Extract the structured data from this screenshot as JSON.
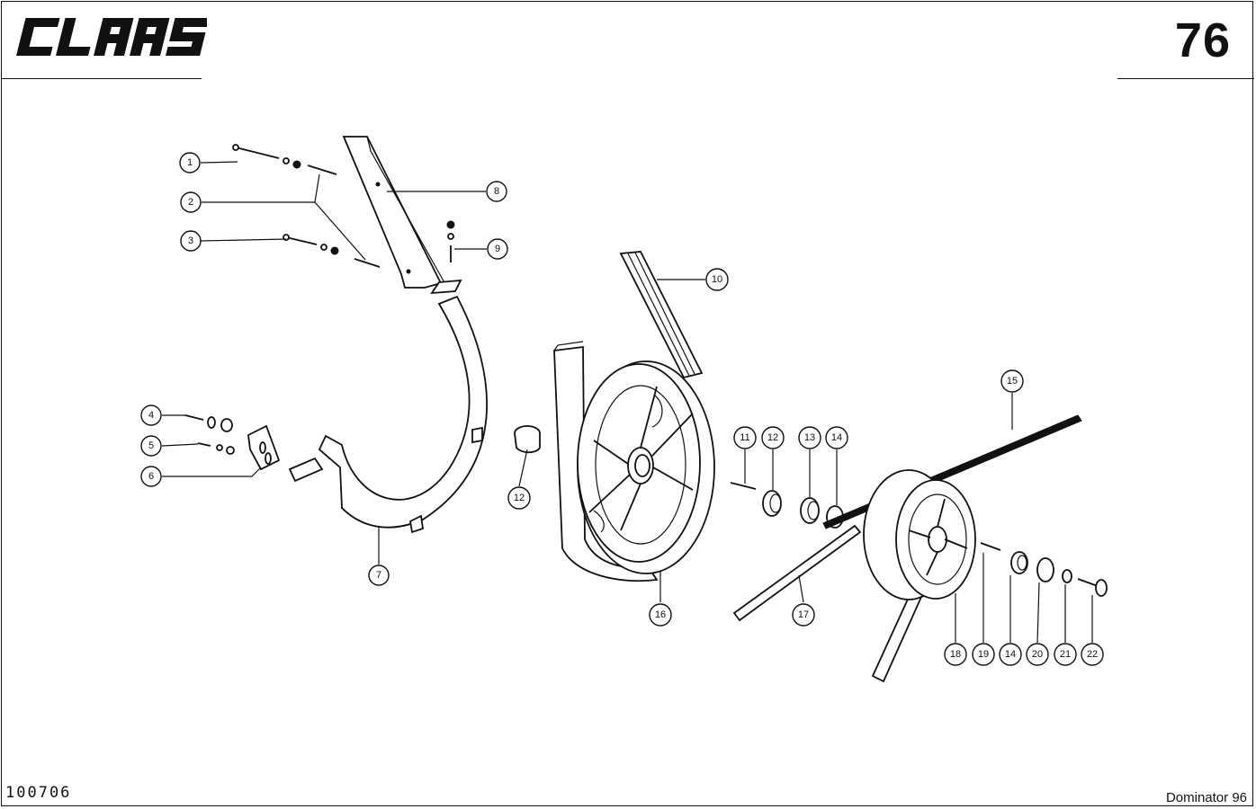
{
  "header": {
    "brand_logo": "CLAAS",
    "page_number": "76"
  },
  "footer": {
    "drawing_code": "100706",
    "model_name": "Dominator 96"
  },
  "callouts": [
    {
      "id": "c1",
      "label": "1"
    },
    {
      "id": "c2",
      "label": "2"
    },
    {
      "id": "c3",
      "label": "3"
    },
    {
      "id": "c4",
      "label": "4"
    },
    {
      "id": "c5",
      "label": "5"
    },
    {
      "id": "c6",
      "label": "6"
    },
    {
      "id": "c7",
      "label": "7"
    },
    {
      "id": "c8",
      "label": "8"
    },
    {
      "id": "c9",
      "label": "9"
    },
    {
      "id": "c10",
      "label": "10"
    },
    {
      "id": "c11",
      "label": "11"
    },
    {
      "id": "c12a",
      "label": "12"
    },
    {
      "id": "c12b",
      "label": "12"
    },
    {
      "id": "c13",
      "label": "13"
    },
    {
      "id": "c14a",
      "label": "14"
    },
    {
      "id": "c14b",
      "label": "14"
    },
    {
      "id": "c15",
      "label": "15"
    },
    {
      "id": "c16",
      "label": "16"
    },
    {
      "id": "c17",
      "label": "17"
    },
    {
      "id": "c18",
      "label": "18"
    },
    {
      "id": "c19",
      "label": "19"
    },
    {
      "id": "c20",
      "label": "20"
    },
    {
      "id": "c21",
      "label": "21"
    },
    {
      "id": "c22",
      "label": "22"
    }
  ]
}
